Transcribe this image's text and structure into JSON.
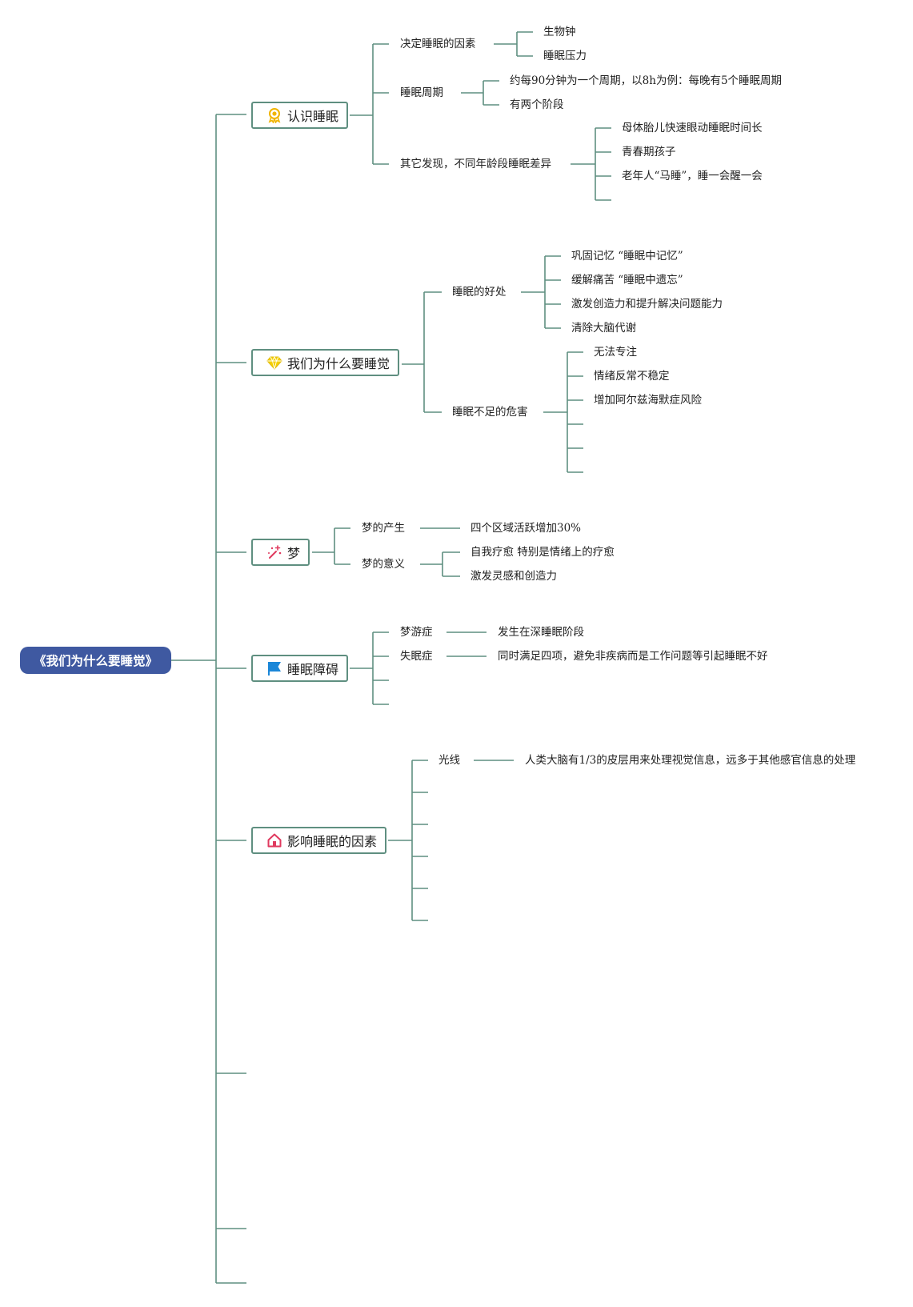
{
  "root": {
    "title": "《我们为什么要睡觉》"
  },
  "topics": [
    {
      "label": "认识睡眠",
      "icon": "award-ribbon-icon",
      "children": [
        {
          "label": "决定睡眠的因素",
          "children": [
            "生物钟",
            "睡眠压力"
          ]
        },
        {
          "label": "睡眠周期",
          "children": [
            "约每90分钟为一个周期，以8h为例：每晚有5个睡眠周期",
            "有两个阶段"
          ]
        },
        {
          "label": "其它发现，不同年龄段睡眠差异",
          "children": [
            "母体胎儿快速眼动睡眠时间长",
            "青春期孩子",
            "老年人“马睡”，睡一会醒一会"
          ]
        }
      ]
    },
    {
      "label": "我们为什么要睡觉",
      "icon": "gem-icon",
      "children": [
        {
          "label": "睡眠的好处",
          "children": [
            "巩固记忆 “睡眠中记忆”",
            "缓解痛苦 “睡眠中遗忘”",
            "激发创造力和提升解决问题能力",
            "清除大脑代谢"
          ]
        },
        {
          "label": "睡眠不足的危害",
          "children": [
            "无法专注",
            "情绪反常不稳定",
            "增加阿尔兹海默症风险"
          ]
        }
      ]
    },
    {
      "label": "梦",
      "icon": "sparkle-wand-icon",
      "children": [
        {
          "label": "梦的产生",
          "children": [
            "四个区域活跃增加30%"
          ]
        },
        {
          "label": "梦的意义",
          "children": [
            "自我疗愈 特别是情绪上的疗愈",
            "激发灵感和创造力"
          ]
        }
      ]
    },
    {
      "label": "睡眠障碍",
      "icon": "flag-icon",
      "children": [
        {
          "label": "梦游症",
          "children": [
            "发生在深睡眠阶段"
          ]
        },
        {
          "label": "失眠症",
          "children": [
            "同时满足四项，避免非疾病而是工作问题等引起睡眠不好"
          ]
        }
      ]
    },
    {
      "label": "影响睡眠的因素",
      "icon": "home-icon",
      "children": [
        {
          "label": "光线",
          "children": [
            "人类大脑有1/3的皮层用来处理视觉信息，远多于其他感官信息的处理"
          ]
        }
      ]
    }
  ],
  "colors": {
    "line": "#5f8f80",
    "root_bg": "#3f59a1",
    "award": "#f0b400",
    "gem": "#f5d000",
    "wand": "#e03a5f",
    "flag": "#1b87d8",
    "home": "#e03a5f"
  }
}
